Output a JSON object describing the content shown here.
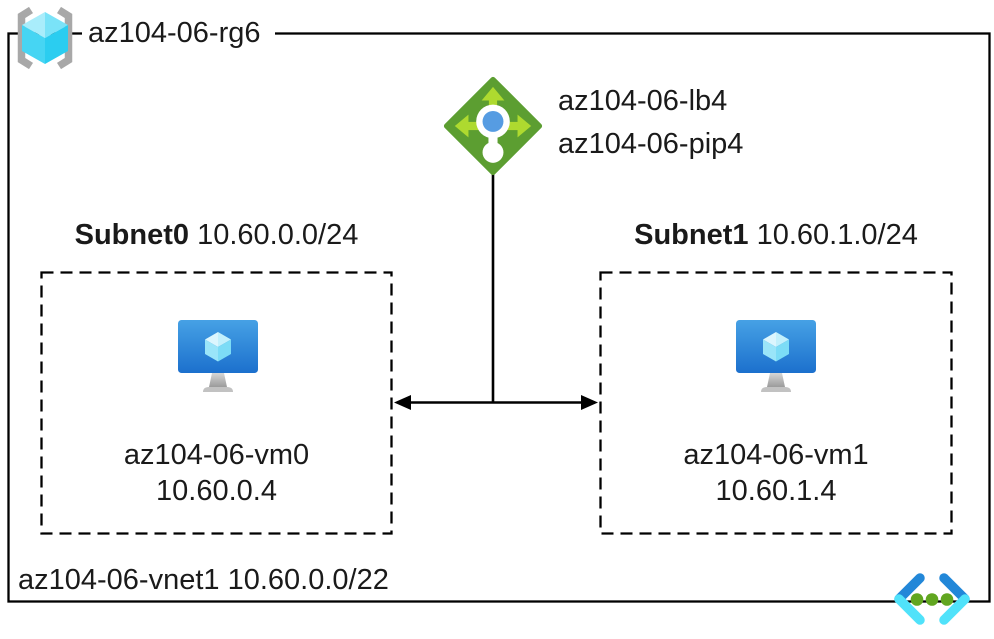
{
  "resource_group": {
    "name": "az104-06-rg6"
  },
  "load_balancer": {
    "name": "az104-06-lb4",
    "public_ip": "az104-06-pip4"
  },
  "subnets": [
    {
      "name": "Subnet0",
      "cidr": "10.60.0.0/24",
      "vm_name": "az104-06-vm0",
      "vm_ip": "10.60.0.4"
    },
    {
      "name": "Subnet1",
      "cidr": "10.60.1.0/24",
      "vm_name": "az104-06-vm1",
      "vm_ip": "10.60.1.4"
    }
  ],
  "vnet": {
    "name": "az104-06-vnet1",
    "cidr": "10.60.0.0/22"
  },
  "icons": {
    "resource_group": "brackets-with-cyan-cube",
    "load_balancer": "green-diamond-arrows",
    "virtual_machine": "blue-monitor-with-cube",
    "virtual_network": "blue-chevrons-green-dots"
  },
  "colors": {
    "line": "#000000",
    "text": "#1a1a1a",
    "lb_diamond_green": "#5c9e31",
    "lb_arrow_green": "#aeda2f",
    "lb_center_blue": "#569ce2",
    "vm_screen_blue_top": "#46a1e5",
    "vm_screen_blue_bottom": "#1c70cd",
    "rg_cube_cyan": "#2bcdf0",
    "bracket_gray": "#a8a8a8",
    "vnet_chevron_dark_blue": "#2287d8",
    "vnet_chevron_light_cyan": "#50e2fa",
    "vnet_dot_green": "#61a620"
  }
}
